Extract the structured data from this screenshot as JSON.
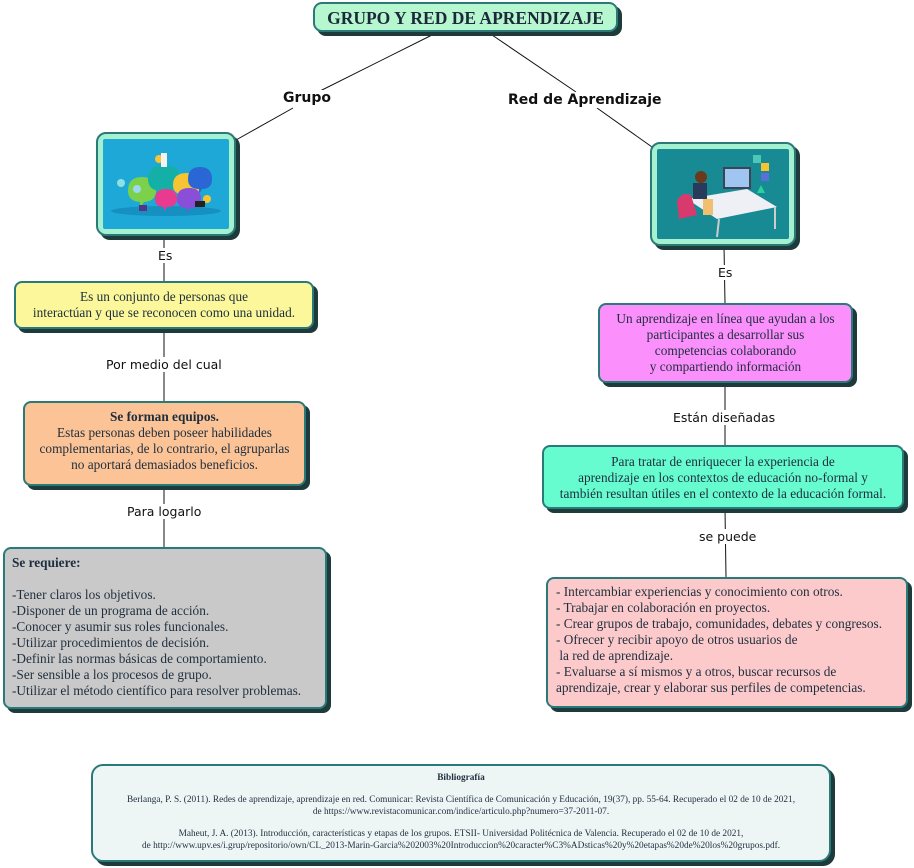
{
  "title": "GRUPO Y RED DE APRENDIZAJE",
  "colors": {
    "title_bg": "#b7f7cf",
    "border": "#2a7a7a",
    "shadow": "#1e3a3a",
    "yellow": "#fbf79a",
    "orange": "#fbc396",
    "gray": "#c9c9c9",
    "magenta": "#fb8ffb",
    "mint": "#66fccf",
    "pink": "#fccaca",
    "biblio_bg": "#eef5f5"
  },
  "branches": {
    "left": {
      "heading": "Grupo",
      "image": "people-chat-bubbles-illustration",
      "link1": "Es",
      "definition": [
        "Es un conjunto de personas que",
        "interactúan y que se reconocen como una unidad."
      ],
      "link2": "Por medio del cual",
      "teams": {
        "title": "Se forman equipos.",
        "lines": [
          "Estas personas deben poseer habilidades",
          "complementarias, de lo contrario, el agruparlas",
          "no aportará demasiados beneficios."
        ]
      },
      "link3": "Para logarlo",
      "requirements": {
        "title": "Se requiere:",
        "items": [
          "-Tener claros los objetivos.",
          "-Disponer de un programa de acción.",
          "-Conocer y asumir sus roles funcionales.",
          "-Utilizar procedimientos de decisión.",
          "-Definir las normas básicas de comportamiento.",
          "-Ser sensible a los procesos de grupo.",
          "-Utilizar el método científico para resolver problemas."
        ]
      }
    },
    "right": {
      "heading": "Red de Aprendizaje",
      "image": "person-at-desk-computer-illustration",
      "link1": "Es",
      "definition": [
        "Un aprendizaje en línea que ayudan a los",
        "participantes a desarrollar sus",
        "competencias colaborando",
        "y compartiendo información"
      ],
      "link2": "Están diseñadas",
      "purpose": [
        "Para tratar de enriquecer la experiencia de",
        "aprendizaje en los contextos de educación no-formal y",
        "también resultan útiles en el contexto de la educación formal."
      ],
      "link3": "se puede",
      "actions": [
        "- Intercambiar experiencias y conocimiento con otros.",
        "- Trabajar en colaboración en proyectos.",
        "- Crear grupos de trabajo, comunidades, debates y congresos.",
        "- Ofrecer y recibir apoyo de otros usuarios de",
        " la red de aprendizaje.",
        "- Evaluarse a sí mismos y a otros, buscar recursos de",
        "aprendizaje, crear y elaborar sus perfiles de competencias."
      ]
    }
  },
  "bibliography": {
    "title": "Bibliografía",
    "refs": [
      [
        "Berlanga, P. S. (2011). Redes de aprendizaje, aprendizaje en red. Comunicar: Revista Científica de Comunicación y Educación, 19(37), pp. 55-64. Recuperado el 02 de 10 de 2021,",
        "de https://www.revistacomunicar.com/indice/articulo.php?numero=37-2011-07."
      ],
      [
        "Maheut, J. A. (2013). Introducción, características y etapas de los grupos. ETSII- Universidad Politécnica de Valencia. Recuperado el 02 de 10 de 2021,",
        "de http://www.upv.es/i.grup/repositorio/own/CL_2013-Marin-Garcia%202003%20Introduccion%20caracter%C3%ADsticas%20y%20etapas%20de%20los%20grupos.pdf."
      ]
    ]
  }
}
